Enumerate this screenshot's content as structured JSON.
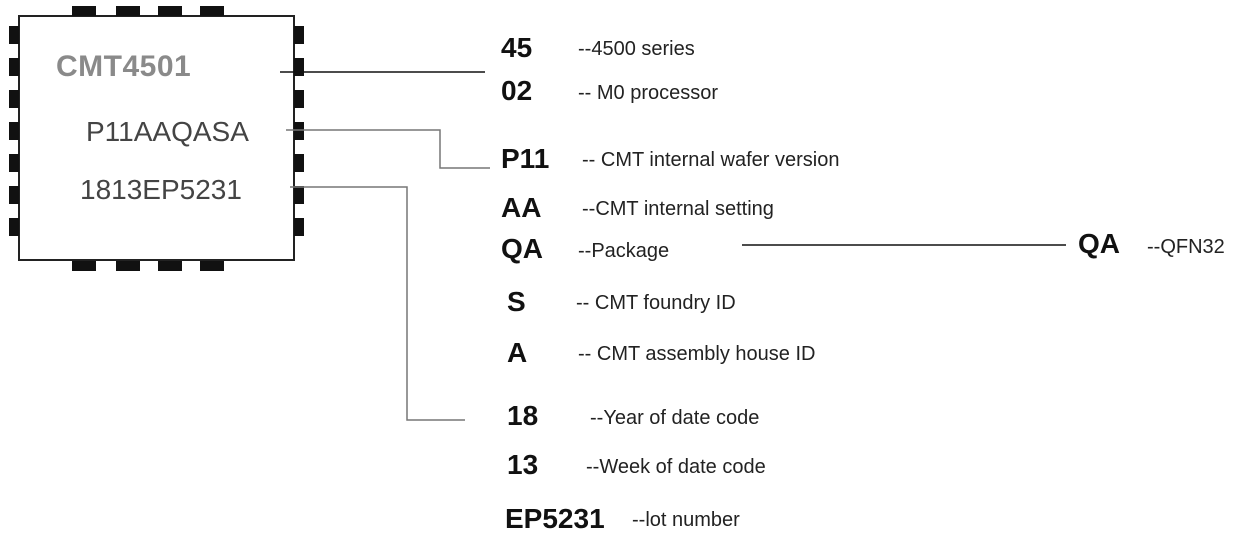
{
  "chip": {
    "model": "CMT4501",
    "line2": "P11AAQASA",
    "line3": "1813EP5231"
  },
  "entries": [
    {
      "code": "45",
      "desc": "--4500 series"
    },
    {
      "code": "02",
      "desc": "-- M0 processor"
    },
    {
      "code": "P11",
      "desc": "-- CMT internal wafer version"
    },
    {
      "code": "AA",
      "desc": "--CMT internal setting"
    },
    {
      "code": "QA",
      "desc": "--Package"
    },
    {
      "code": "S",
      "desc": "-- CMT foundry ID"
    },
    {
      "code": "A",
      "desc": "-- CMT assembly house ID"
    },
    {
      "code": "18",
      "desc": "--Year of date code"
    },
    {
      "code": "13",
      "desc": "--Week of date code"
    },
    {
      "code": "EP5231",
      "desc": "--lot number"
    }
  ],
  "package_detail": {
    "code": "QA",
    "desc": "--QFN32"
  }
}
